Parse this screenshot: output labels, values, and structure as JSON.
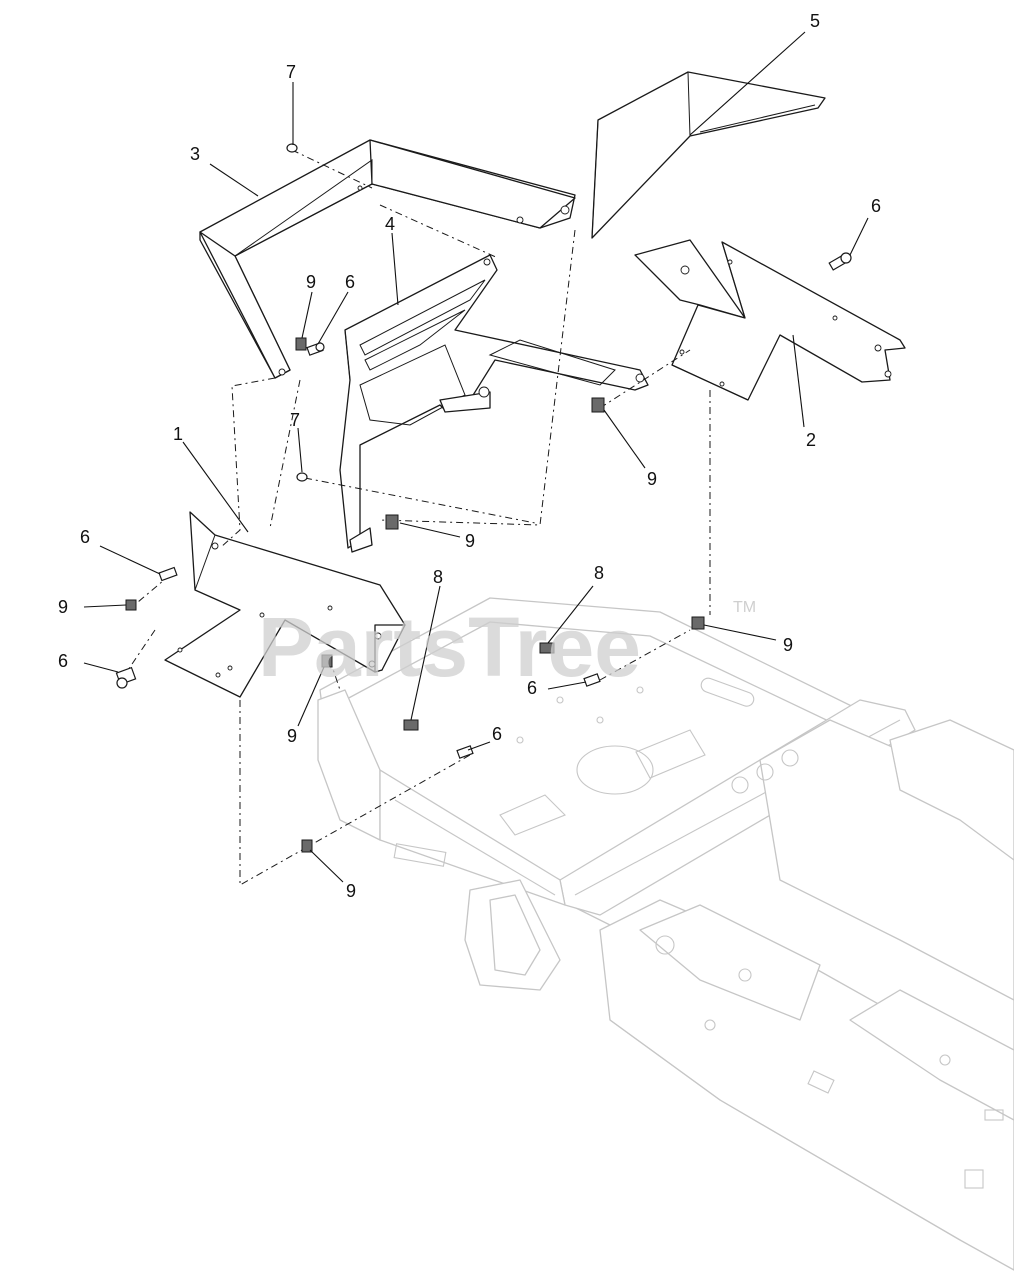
{
  "watermark": {
    "text": "PartsTree",
    "trademark": "TM"
  },
  "colors": {
    "line": "#1a1a1a",
    "frame": "#c6c6c6",
    "watermark": "#cfcfcf"
  },
  "callouts": [
    {
      "id": "c5",
      "label": "5"
    },
    {
      "id": "c7a",
      "label": "7"
    },
    {
      "id": "c3",
      "label": "3"
    },
    {
      "id": "c4",
      "label": "4"
    },
    {
      "id": "c6a",
      "label": "6"
    },
    {
      "id": "c9a",
      "label": "9"
    },
    {
      "id": "c6b",
      "label": "6"
    },
    {
      "id": "c2",
      "label": "2"
    },
    {
      "id": "c9b",
      "label": "9"
    },
    {
      "id": "c7b",
      "label": "7"
    },
    {
      "id": "c1",
      "label": "1"
    },
    {
      "id": "c9c",
      "label": "9"
    },
    {
      "id": "c6c",
      "label": "6"
    },
    {
      "id": "c9d",
      "label": "9"
    },
    {
      "id": "c6d",
      "label": "6"
    },
    {
      "id": "c8a",
      "label": "8"
    },
    {
      "id": "c8b",
      "label": "8"
    },
    {
      "id": "c9e",
      "label": "9"
    },
    {
      "id": "c6e",
      "label": "6"
    },
    {
      "id": "c9f",
      "label": "9"
    },
    {
      "id": "c6f",
      "label": "6"
    },
    {
      "id": "c9g",
      "label": "9"
    }
  ]
}
